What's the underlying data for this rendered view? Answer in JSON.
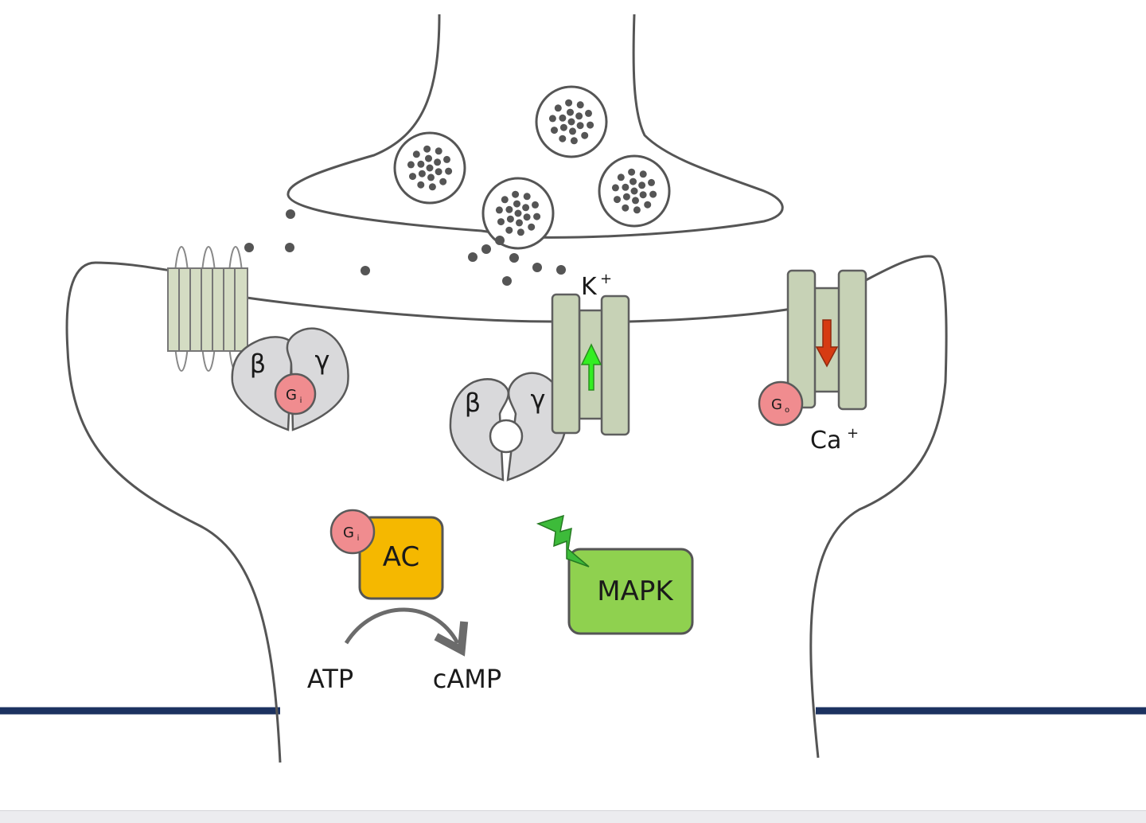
{
  "labels": {
    "beta": "β",
    "gamma": "γ",
    "gi_subscript": "i",
    "go_subscript": "o",
    "g_letter": "G",
    "k_ion": "K",
    "ca_ion": "Ca",
    "ion_charge": "+",
    "ac": "AC",
    "mapk": "MAPK",
    "atp": "ATP",
    "camp": "cAMP"
  },
  "colors": {
    "outline": "#555555",
    "subunit_fill": "#d9d9db",
    "channel_fill": "#c7d2b6",
    "g_alpha_fill": "#f08c8f",
    "ac_fill": "#f5b800",
    "mapk_fill": "#8fd14f",
    "k_arrow": "#33ee22",
    "ca_arrow": "#d63b12",
    "lightning": "#3dbb3a",
    "divider_line": "#1c3260"
  },
  "icons": {
    "k_flow": "arrow-up-icon",
    "ca_flow": "arrow-down-icon",
    "mapk_activation": "lightning-icon",
    "atp_conversion": "curved-arrow-icon"
  }
}
